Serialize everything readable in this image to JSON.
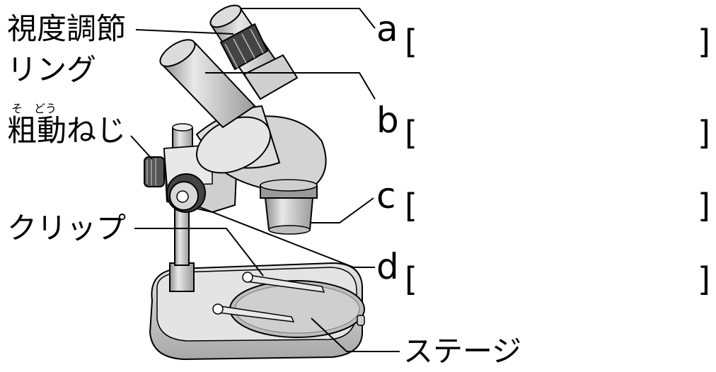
{
  "labels": {
    "eyepiece_ring": [
      "視度調節",
      "リング"
    ],
    "coarse_ruby": "そ　どう",
    "coarse_knob": "粗動ねじ",
    "clip": "クリップ",
    "stage": "ステージ"
  },
  "answers": [
    {
      "letter": "a",
      "open": "[",
      "close": "]"
    },
    {
      "letter": "b",
      "open": "[",
      "close": "]"
    },
    {
      "letter": "c",
      "open": "[",
      "close": "]"
    },
    {
      "letter": "d",
      "open": "[",
      "close": "]"
    }
  ],
  "colors": {
    "line": "#000000",
    "body_fill": "#d9d9d9",
    "body_dark": "#9a9a9a",
    "highlight": "#f2f2f2"
  }
}
